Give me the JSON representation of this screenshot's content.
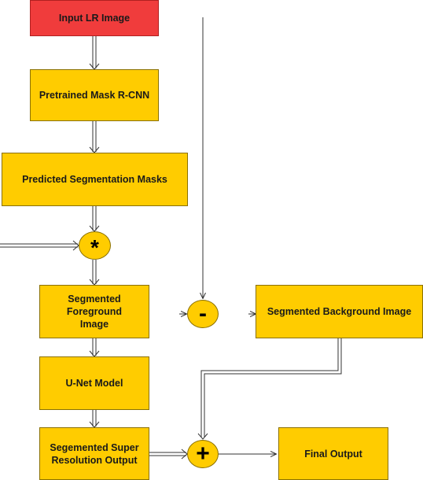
{
  "nodes": {
    "input": "Input LR Image",
    "mask_rcnn": "Pretrained Mask R-CNN",
    "pred_masks": "Predicted Segmentation Masks",
    "seg_fg": "Segmented\nForeground\nImage",
    "unet": "U-Net Model",
    "sr_out": "Segemented Super\nResolution Output",
    "seg_bg": "Segmented Background Image",
    "final": "Final Output"
  },
  "operators": {
    "multiply": "*",
    "subtract": "-",
    "add": "+"
  },
  "colors": {
    "input_fill": "#f03c3c",
    "box_fill": "#ffcc00",
    "arrow": "#333333"
  }
}
